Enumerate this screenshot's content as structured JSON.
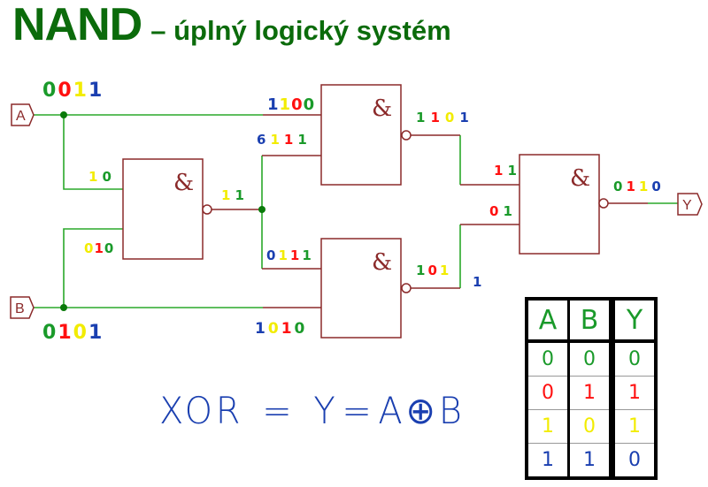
{
  "title": {
    "main": "NAND",
    "subtitle": "– úplný logický systém"
  },
  "colors": {
    "green": "#1a9a2a",
    "red": "#ff1010",
    "yellow": "#f2ec00",
    "blue": "#1a3fb0",
    "wire_green": "#2aa82a",
    "wire_red": "#8b2a2a",
    "title": "#0b6b0b"
  },
  "diagram": {
    "inputs": [
      {
        "label": "A"
      },
      {
        "label": "B"
      }
    ],
    "output": {
      "label": "Y"
    },
    "gate_symbol": "&",
    "gates": [
      {
        "type": "NAND"
      },
      {
        "type": "NAND"
      },
      {
        "type": "NAND"
      },
      {
        "type": "NAND"
      }
    ],
    "value_labels": {
      "a": [
        [
          "0",
          "green"
        ],
        [
          "0",
          "red"
        ],
        [
          "1",
          "yellow"
        ],
        [
          "1",
          "blue"
        ]
      ],
      "b": [
        [
          "0",
          "green"
        ],
        [
          "1",
          "red"
        ],
        [
          "0",
          "yellow"
        ],
        [
          "1",
          "blue"
        ]
      ],
      "g1_in1": [
        [
          "1",
          "yellow"
        ],
        [
          "0",
          "green"
        ]
      ],
      "g1_in2": [
        [
          "0",
          "yellow"
        ],
        [
          "1",
          "red"
        ],
        [
          "0",
          "green"
        ]
      ],
      "g1_out": [
        [
          "1",
          "yellow"
        ],
        [
          "1",
          "green"
        ]
      ],
      "g2_in1": [
        [
          "1",
          "blue"
        ],
        [
          "1",
          "yellow"
        ],
        [
          "0",
          "red"
        ],
        [
          "0",
          "green"
        ]
      ],
      "g2_in2": [
        [
          "6",
          "blue"
        ],
        [
          "1",
          "yellow"
        ],
        [
          "1",
          "red"
        ],
        [
          "1",
          "green"
        ]
      ],
      "g3_in1": [
        [
          "0",
          "blue"
        ],
        [
          "1",
          "yellow"
        ],
        [
          "1",
          "red"
        ],
        [
          "1",
          "green"
        ]
      ],
      "g3_in2": [
        [
          "1",
          "blue"
        ],
        [
          "0",
          "yellow"
        ],
        [
          "1",
          "red"
        ],
        [
          "0",
          "green"
        ]
      ],
      "g2_out": [
        [
          "1",
          "green"
        ],
        [
          "1",
          "red"
        ],
        [
          "0",
          "yellow"
        ],
        [
          "1",
          "blue"
        ]
      ],
      "g3_out": [
        [
          "1",
          "green"
        ],
        [
          "0",
          "red"
        ],
        [
          "1",
          "yellow"
        ]
      ],
      "g3_out_extra": [
        [
          "1",
          "blue"
        ]
      ],
      "g4_in1": [
        [
          "1",
          "red"
        ],
        [
          "1",
          "green"
        ]
      ],
      "g4_in2": [
        [
          "0",
          "red"
        ],
        [
          "1",
          "green"
        ]
      ],
      "y": [
        [
          "0",
          "green"
        ],
        [
          "1",
          "red"
        ],
        [
          "1",
          "yellow"
        ],
        [
          "0",
          "blue"
        ]
      ]
    }
  },
  "formula": {
    "left": "XOR",
    "eq1": "=",
    "mid": "Y",
    "eq2": "=",
    "right": "A⊕B"
  },
  "truth_table": {
    "headers": [
      "A",
      "B",
      "Y"
    ],
    "rows": [
      {
        "values": [
          "0",
          "0",
          "0"
        ],
        "color": "green"
      },
      {
        "values": [
          "0",
          "1",
          "1"
        ],
        "color": "red"
      },
      {
        "values": [
          "1",
          "0",
          "1"
        ],
        "color": "yellow"
      },
      {
        "values": [
          "1",
          "1",
          "0"
        ],
        "color": "blue"
      }
    ]
  }
}
